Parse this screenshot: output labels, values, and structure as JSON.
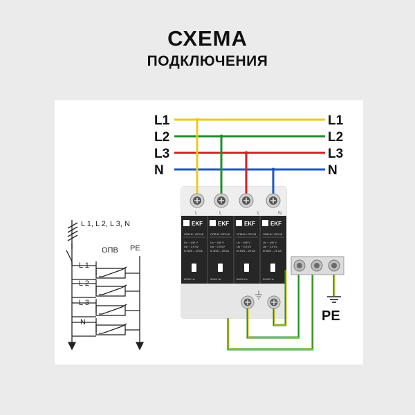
{
  "header": {
    "title": "СХЕМА",
    "subtitle": "ПОДКЛЮЧЕНИЯ"
  },
  "lines": {
    "left": [
      "L1",
      "L2",
      "L3",
      "N"
    ],
    "right": [
      "L1",
      "L2",
      "L3",
      "N"
    ],
    "colors": {
      "L1": "#f2c81a",
      "L2": "#1e8f2a",
      "L3": "#d21f26",
      "N": "#1f55c6",
      "PE": "#c9b81a"
    }
  },
  "device": {
    "brand": "EKF",
    "module_label": "ОПВ-В / ОPV-B",
    "terminal_labels": [
      "L",
      "L",
      "L",
      "N"
    ],
    "spec": [
      "Uc ~ 440 V",
      "Up ~ 2,0 kV",
      "In 8/20 – 20 kA"
    ],
    "freq": "50/60 Hz"
  },
  "pe_block": {
    "label": "PE"
  },
  "schematic": {
    "bus_label": "L 1, L 2, L 3, N",
    "device_label": "ОПВ",
    "pe_label": "PE",
    "rows": [
      "L 1",
      "L 2",
      "L 3",
      "N"
    ]
  }
}
